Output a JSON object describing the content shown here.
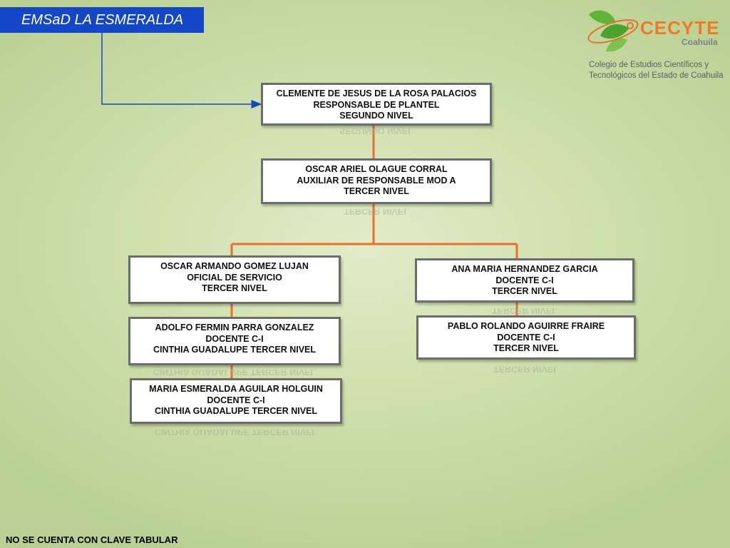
{
  "header": {
    "title": "EMSaD LA ESMERALDA"
  },
  "logo": {
    "word": "CECYTE",
    "state": "Coahuila",
    "full_name_line1": "Colegio de Estudios Científicos y",
    "full_name_line2": "Tecnológicos del Estado de Coahuila"
  },
  "colors": {
    "title_bg": "#1446c8",
    "connector": "#e8702a",
    "arrow": "#1446c8",
    "node_border": "#6c6c6c"
  },
  "nodes": [
    {
      "name": "CLEMENTE DE JESUS DE LA ROSA PALACIOS",
      "role": "RESPONSABLE DE PLANTEL",
      "level": "SEGUNDO NIVEL"
    },
    {
      "name": "OSCAR ARIEL OLAGUE CORRAL",
      "role": "AUXILIAR DE RESPONSABLE MOD A",
      "level": "TERCER NIVEL"
    },
    {
      "name": "OSCAR ARMANDO GOMEZ LUJAN",
      "role": "OFICIAL DE SERVICIO",
      "level": "TERCER NIVEL"
    },
    {
      "name": "ADOLFO FERMIN PARRA GONZALEZ",
      "role": "DOCENTE C-I",
      "level": "CINTHIA GUADALUPE TERCER NIVEL"
    },
    {
      "name": "MARIA ESMERALDA AGUILAR HOLGUIN",
      "role": "DOCENTE C-I",
      "level": "CINTHIA GUADALUPE TERCER NIVEL"
    },
    {
      "name": "ANA MARIA HERNANDEZ GARCIA",
      "role": "DOCENTE C-I",
      "level": "TERCER NIVEL"
    },
    {
      "name": "PABLO ROLANDO AGUIRRE FRAIRE",
      "role": "DOCENTE C-I",
      "level": "TERCER NIVEL"
    }
  ],
  "footer": {
    "note": "NO SE CUENTA CON CLAVE TABULAR"
  }
}
